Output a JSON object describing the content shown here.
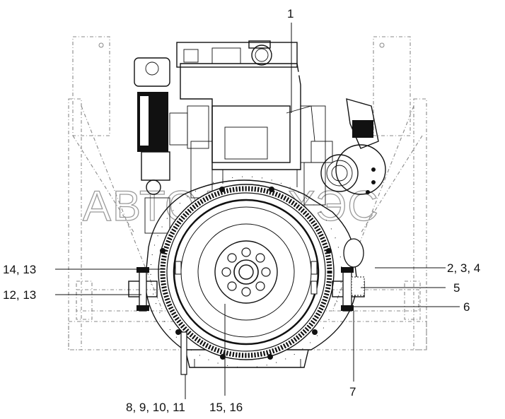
{
  "diagram": {
    "watermark": "АВТОДИЗХЭС",
    "callouts": {
      "c1": "1",
      "c2": "2, 3, 4",
      "c5": "5",
      "c6": "6",
      "c7": "7",
      "c8": "8, 9, 10, 11",
      "c12": "12, 13",
      "c14": "14, 13",
      "c15": "15, 16"
    },
    "icons": {
      "flywheel": "flywheel-gear",
      "turbo": "turbocharger",
      "filter": "fuel-filter",
      "mount": "engine-mount"
    }
  }
}
